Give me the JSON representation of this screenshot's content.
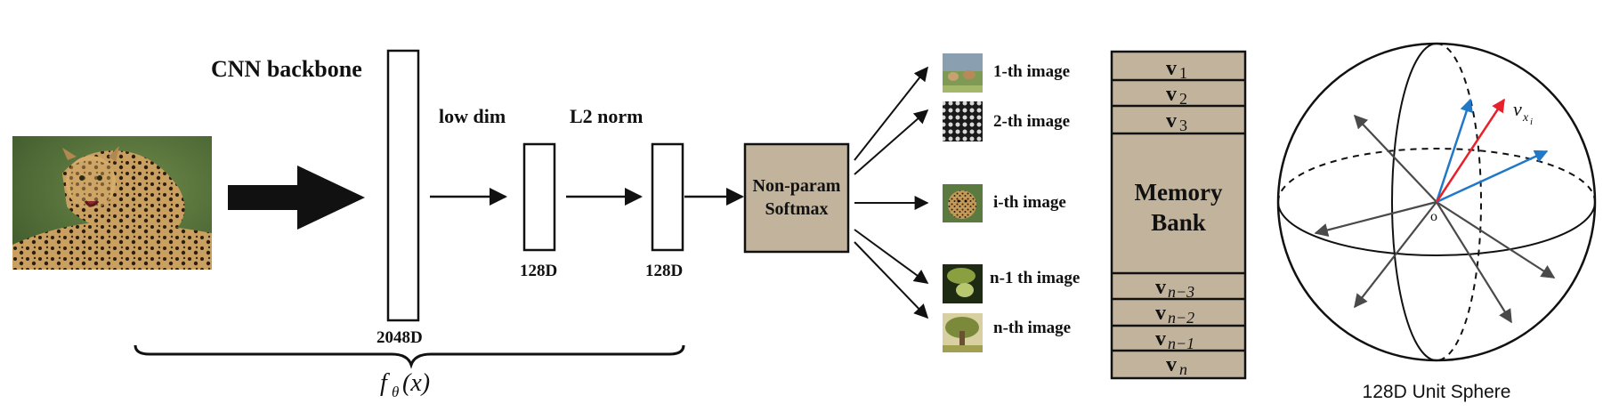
{
  "colors": {
    "box_fill": "#c2b39c",
    "ink": "#111111",
    "accent_red": "#e8202a",
    "accent_blue": "#1f78c8",
    "gray_arrow": "#4a4a4a"
  },
  "backbone": {
    "title": "CNN backbone",
    "dim_2048": "2048D",
    "brace_label_f": "f",
    "brace_label_sub": "θ",
    "brace_label_arg": "(x)"
  },
  "pipeline": {
    "low_dim_label": "low dim",
    "l2_norm_label": "L2 norm",
    "dim_128_a": "128D",
    "dim_128_b": "128D"
  },
  "softmax": {
    "line1": "Non-param",
    "line2": "Softmax"
  },
  "instances": [
    {
      "label": "1-th image",
      "thumb": "landscape-dogs"
    },
    {
      "label": "2-th image",
      "thumb": "bw-pattern"
    },
    {
      "label": "i-th image",
      "thumb": "leopard"
    },
    {
      "label": "n-1 th image",
      "thumb": "green-animal"
    },
    {
      "label": "n-th image",
      "thumb": "tree"
    }
  ],
  "memory_bank": {
    "title_line1": "Memory",
    "title_line2": "Bank",
    "rows_top": [
      {
        "base": "v",
        "sub": "1"
      },
      {
        "base": "v",
        "sub": "2"
      },
      {
        "base": "v",
        "sub": "3"
      }
    ],
    "rows_bottom": [
      {
        "base": "v",
        "sub": "n−3"
      },
      {
        "base": "v",
        "sub": "n−2"
      },
      {
        "base": "v",
        "sub": "n−1"
      },
      {
        "base": "v",
        "sub": "n"
      }
    ]
  },
  "sphere": {
    "caption": "128D Unit Sphere",
    "origin_label": "o",
    "vector_label_base": "v",
    "vector_label_sub": "x",
    "vector_label_subsub": "i"
  }
}
